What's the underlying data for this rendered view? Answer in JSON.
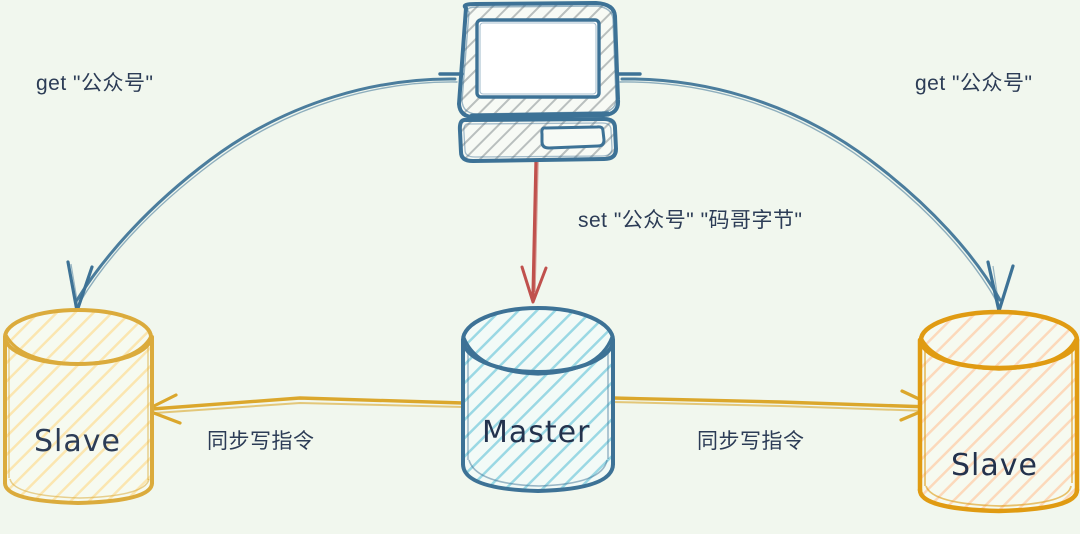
{
  "diagram": {
    "type": "redis-master-slave-replication",
    "background_color": "#f1f7ee",
    "nodes": [
      {
        "id": "client",
        "kind": "computer-icon",
        "label": "",
        "outline_color": "#3d7296",
        "fill": "hatched-gray"
      },
      {
        "id": "master",
        "kind": "database-cylinder",
        "label": "Master",
        "outline_color": "#3d7296",
        "hatch_color": "#8fd3e0"
      },
      {
        "id": "slave_left",
        "kind": "database-cylinder",
        "label": "Slave",
        "outline_color": "#dbab3c",
        "hatch_color": "#fbe2a8"
      },
      {
        "id": "slave_right",
        "kind": "database-cylinder",
        "label": "Slave",
        "outline_color": "#e09b12",
        "hatch_color": "#fbd6b4"
      }
    ],
    "edges": [
      {
        "id": "get_left",
        "label": "get \"公众号\"",
        "from": "client",
        "to": "slave_left",
        "color": "#3d7296",
        "style": "curved"
      },
      {
        "id": "get_right",
        "label": "get \"公众号\"",
        "from": "client",
        "to": "slave_right",
        "color": "#3d7296",
        "style": "curved"
      },
      {
        "id": "set_master",
        "label": "set \"公众号\" \"码哥字节\"",
        "from": "client",
        "to": "master",
        "color": "#c0514d",
        "style": "straight"
      },
      {
        "id": "sync_left",
        "label": "同步写指令",
        "from": "master",
        "to": "slave_left",
        "color": "#dba72c",
        "style": "straight"
      },
      {
        "id": "sync_right",
        "label": "同步写指令",
        "from": "master",
        "to": "slave_right",
        "color": "#dba72c",
        "style": "straight"
      }
    ]
  },
  "labels": {
    "get_left": "get \"公众号\"",
    "get_right": "get \"公众号\"",
    "set_command": "set \"公众号\" \"码哥字节\"",
    "sync_left": "同步写指令",
    "sync_right": "同步写指令",
    "master": "Master",
    "slave_left": "Slave",
    "slave_right": "Slave"
  }
}
